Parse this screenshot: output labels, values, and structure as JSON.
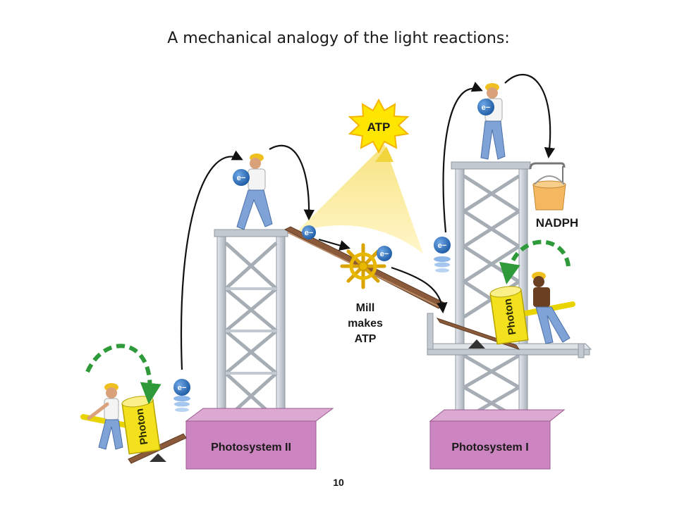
{
  "title": "A mechanical analogy of the light reactions:",
  "page_number": "10",
  "labels": {
    "atp": "ATP",
    "mill_line1": "Mill",
    "mill_line2": "makes",
    "mill_line3": "ATP",
    "nadph": "NADPH",
    "photosystem_ii": "Photosystem II",
    "photosystem_i": "Photosystem I",
    "photon": "Photon",
    "electron": "e−"
  },
  "colors": {
    "platform": "#cc85c0",
    "tower": "#c9cfd6",
    "ramp": "#8a5a3a",
    "electron": "#2d6fb8",
    "photon": "#f2e11c",
    "arrow_green": "#2e9a3a",
    "atp_burst": "#ffe600",
    "bucket": "#f4b860"
  },
  "icons": [
    "hammer-mallet-icon",
    "worker-icon",
    "electron-icon",
    "mill-wheel-icon",
    "bucket-icon",
    "starburst-icon"
  ]
}
